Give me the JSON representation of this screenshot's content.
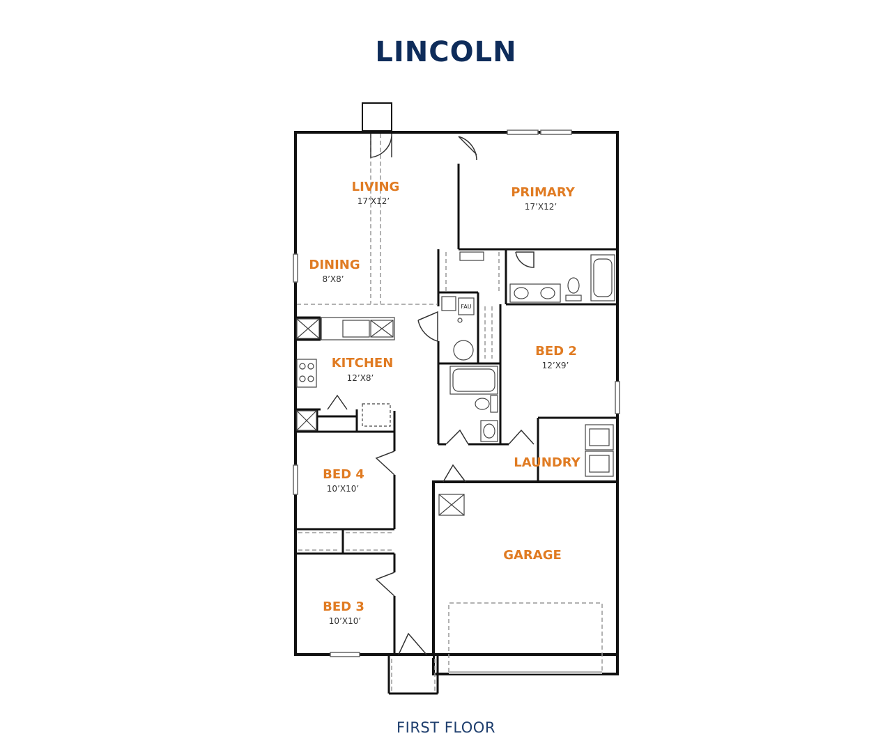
{
  "header": {
    "title": "LINCOLN"
  },
  "footer": {
    "caption": "FIRST FLOOR"
  },
  "rooms": {
    "living": {
      "name": "LIVING",
      "size": "17’X12’"
    },
    "primary": {
      "name": "PRIMARY",
      "size": "17’X12’"
    },
    "dining": {
      "name": "DINING",
      "size": "8’X8’"
    },
    "kitchen": {
      "name": "KITCHEN",
      "size": "12’X8’"
    },
    "bed2": {
      "name": "BED 2",
      "size": "12’X9’"
    },
    "laundry": {
      "name": "LAUNDRY"
    },
    "bed4": {
      "name": "BED 4",
      "size": "10’X10’"
    },
    "garage": {
      "name": "GARAGE"
    },
    "bed3": {
      "name": "BED 3",
      "size": "10’X10’"
    }
  },
  "fixtures": {
    "fau_label": "FAU"
  },
  "colors": {
    "title": "#0e2c5a",
    "room_label": "#e07b22",
    "wall": "#111111"
  }
}
